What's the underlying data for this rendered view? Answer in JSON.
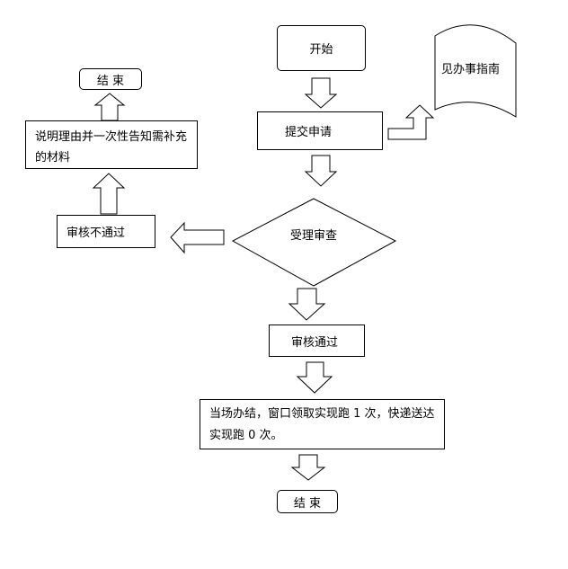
{
  "nodes": {
    "start": "开始",
    "submit": "提交申请",
    "guide": "见办事指南",
    "review": "受理审查",
    "rejected": "审核不通过",
    "explain": "说明理由并一次性告知需补充的材料",
    "end_left": "结 束",
    "approved": "审核通过",
    "onsite": "当场办结，窗口领取实现跑 1 次，快递送达实现跑 0 次。",
    "end_bottom": "结 束"
  },
  "colors": {
    "stroke": "#000000",
    "fill": "#ffffff"
  }
}
